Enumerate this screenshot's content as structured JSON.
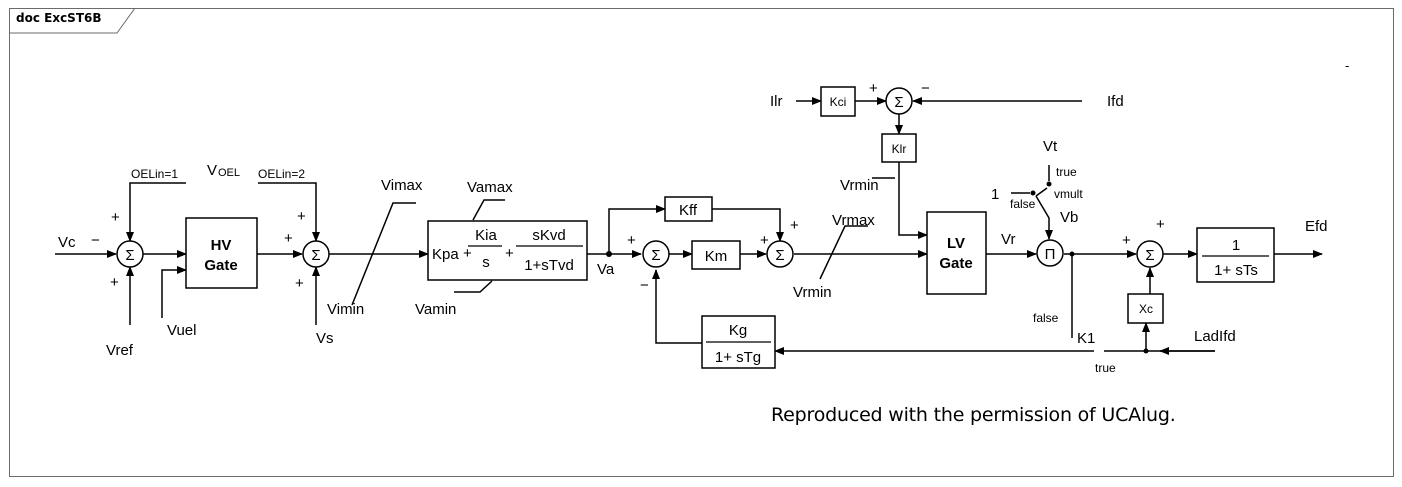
{
  "frame": {
    "title": "doc ExcST6B"
  },
  "footer": {
    "text": "Reproduced with the permission of UCAlug."
  },
  "corner_mark": "-",
  "labels": {
    "vc": "Vc",
    "minus": "−",
    "plus": "+",
    "oel1": "OELin=1",
    "voel_v": "V",
    "voel_sub": "OEL",
    "oel2": "OELin=2",
    "vref": "Vref",
    "vuel": "Vuel",
    "vs": "Vs",
    "hv1": "HV",
    "hv2": "Gate",
    "vimax": "Vimax",
    "vimin": "Vimin",
    "vamax": "Vamax",
    "vamin": "Vamin",
    "va": "Va",
    "kpa": "Kpa",
    "kia": "Kia",
    "s": "s",
    "skvd": "sKvd",
    "tvd": "1+sTvd",
    "kff": "Kff",
    "km": "Km",
    "kg": "Kg",
    "tg": "1+  sTg",
    "vrmax": "Vrmax",
    "vrmin": "Vrmin",
    "vrmin_top": "Vrmin",
    "lv1": "LV",
    "lv2": "Gate",
    "vr": "Vr",
    "ilr": "Ilr",
    "kci": "Kci",
    "klr": "Klr",
    "ifd": "Ifd",
    "vt": "Vt",
    "true1": "true",
    "vmult": "vmult",
    "one": "1",
    "false1": "false",
    "vb": "Vb",
    "false2": "false",
    "k1": "K1",
    "true2": "true",
    "xc": "Xc",
    "ladifd": "LadIfd",
    "one_ts": "1",
    "ts": "1+  sTs",
    "efd": "Efd",
    "sigma": "Σ",
    "pi": "Π"
  }
}
